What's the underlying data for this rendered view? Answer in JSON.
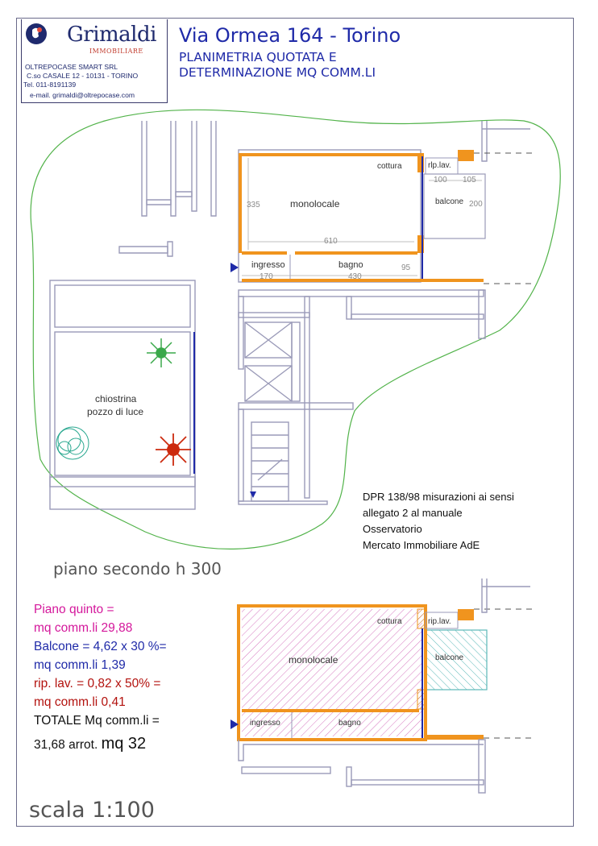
{
  "header": {
    "brand": "Grimaldi",
    "brand_sub": "IMMOBILIARE",
    "company": "OLTREPOCASE SMART SRL",
    "address": "C.so CASALE 12 - 10131 - TORINO",
    "phone": "Tel. 011-8191139",
    "email": "e-mail. grimaldi@oltrepocase.com",
    "title": "Via Ormea 164 - Torino",
    "subtitle_1": "PLANIMETRIA QUOTATA E",
    "subtitle_2": "DETERMINAZIONE MQ COMM.LI"
  },
  "plan_top": {
    "rooms": {
      "cottura": "cottura",
      "rip_lav": "rlp.lav.",
      "monolocale": "monolocale",
      "balcone": "balcone",
      "ingresso": "ingresso",
      "bagno": "bagno",
      "chiostrina": "chiostrina",
      "pozzo": "pozzo di luce"
    },
    "dims": {
      "d100": "100",
      "d105": "105",
      "d200": "200",
      "d335": "335",
      "d610": "610",
      "d95": "95",
      "d170": "170",
      "d430": "430"
    }
  },
  "notes": {
    "line1": "DPR 138/98 misurazioni ai sensi",
    "line2": "allegato 2 al manuale",
    "line3": "Osservatorio",
    "line4": "Mercato Immobiliare AdE"
  },
  "floor_label": "piano secondo h 300",
  "plan_bottom": {
    "cottura": "cottura",
    "rip_lav": "rip.lav.",
    "monolocale": "monolocale",
    "balcone": "balcone",
    "ingresso": "ingresso",
    "bagno": "bagno"
  },
  "calc": {
    "l1": "Piano quinto =",
    "l2": "mq comm.li 29,88",
    "l3": "Balcone = 4,62 x 30 %=",
    "l4": "mq comm.li 1,39",
    "l5": "rip. lav. = 0,82 x 50% =",
    "l6": "mq comm.li 0,41",
    "l7": "TOTALE Mq comm.li  =",
    "l8a": "31,68 arrot.",
    "l8b": "mq 32"
  },
  "scale": "scala 1:100",
  "colors": {
    "magenta": "#d4179b",
    "blue": "#1f2aa8",
    "red": "#b3120e",
    "wall": "#9a9ab8",
    "orange": "#f0941e",
    "green": "#52b34a"
  }
}
